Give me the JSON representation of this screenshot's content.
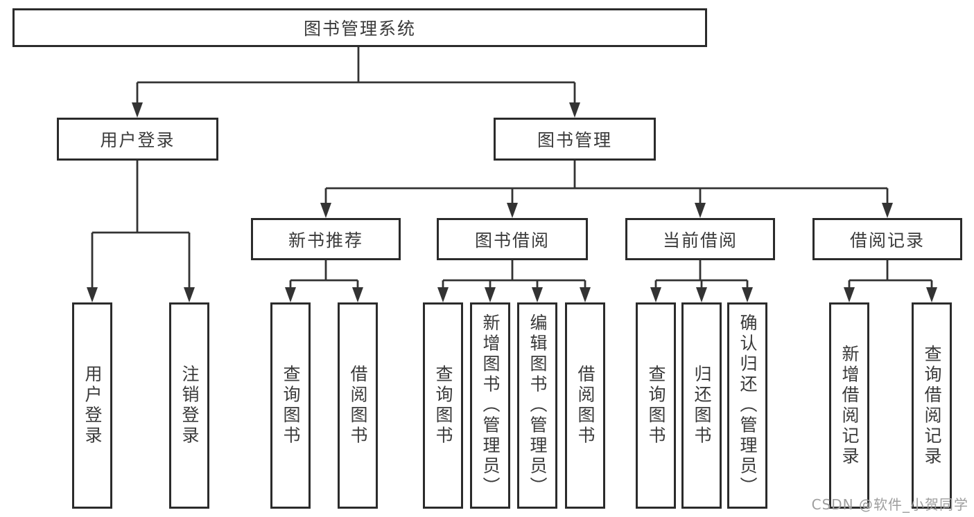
{
  "tree": {
    "root": "图书管理系统",
    "branches": [
      {
        "label": "用户登录",
        "children": [
          "用户登录",
          "注销登录"
        ]
      },
      {
        "label": "图书管理",
        "groups": [
          {
            "label": "新书推荐",
            "children": [
              "查询图书",
              "借阅图书"
            ]
          },
          {
            "label": "图书借阅",
            "children": [
              "查询图书",
              "新增图书（管理员）",
              "编辑图书（管理员）",
              "借阅图书"
            ]
          },
          {
            "label": "当前借阅",
            "children": [
              "查询图书",
              "归还图书",
              "确认归还（管理员）"
            ]
          },
          {
            "label": "借阅记录",
            "children": [
              "新增借阅记录",
              "查询借阅记录"
            ]
          }
        ]
      }
    ]
  },
  "watermark": "CSDN @软件_小贺同学",
  "colors": {
    "line": "#333333",
    "border": "#2b2b2b",
    "text": "#3a3a3a",
    "background": "#ffffff",
    "watermark": "#9e9e9e"
  }
}
